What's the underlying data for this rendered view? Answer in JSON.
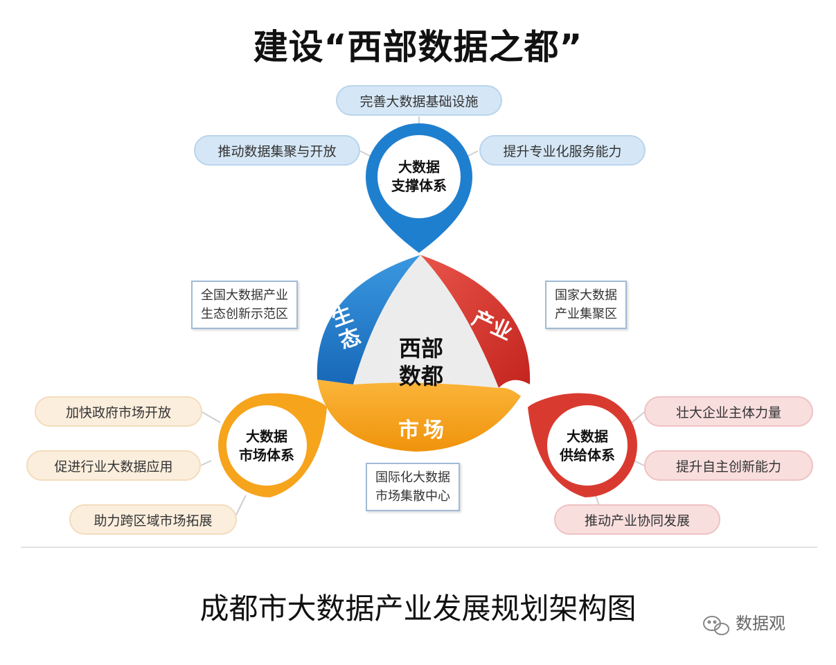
{
  "title": "建设“西部数据之都”",
  "center": {
    "line1": "西部",
    "line2": "数都"
  },
  "segments": {
    "ecology": "生态",
    "industry": "产业",
    "market": "市场"
  },
  "hubs": {
    "support": {
      "line1": "大数据",
      "line2": "支撑体系",
      "items": [
        "完善大数据基础设施",
        "推动数据集聚与开放",
        "提升专业化服务能力"
      ]
    },
    "market": {
      "line1": "大数据",
      "line2": "市场体系",
      "items": [
        "加快政府市场开放",
        "促进行业大数据应用",
        "助力跨区域市场拓展"
      ]
    },
    "supply": {
      "line1": "大数据",
      "line2": "供给体系",
      "items": [
        "壮大企业主体力量",
        "提升自主创新能力",
        "推动产业协同发展"
      ]
    }
  },
  "labels": {
    "ecology": {
      "line1": "全国大数据产业",
      "line2": "生态创新示范区"
    },
    "industry": {
      "line1": "国家大数据",
      "line2": "产业集聚区"
    },
    "market": {
      "line1": "国际化大数据",
      "line2": "市场集散中心"
    }
  },
  "subtitle": "成都市大数据产业发展规划架构图",
  "watermark": "数据观",
  "colors": {
    "blue": "#1f7fcf",
    "red": "#d93a30",
    "orange": "#f6a41c",
    "center": "#ececec"
  }
}
